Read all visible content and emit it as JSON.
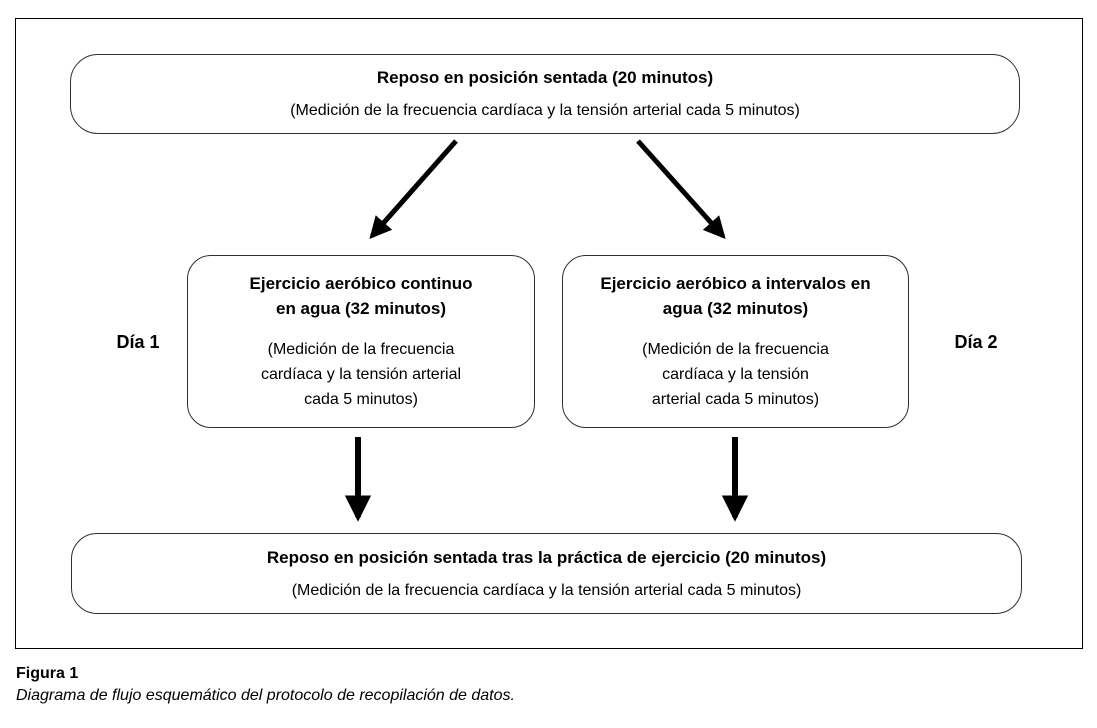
{
  "diagram": {
    "top_box": {
      "title": "Reposo en posición sentada (20 minutos)",
      "subtitle": "(Medición de la frecuencia cardíaca y la tensión arterial cada 5 minutos)"
    },
    "left_box": {
      "title": "Ejercicio aeróbico continuo\nen agua (32 minutos)",
      "subtitle": "(Medición de la frecuencia\ncardíaca y la tensión arterial\ncada 5 minutos)"
    },
    "right_box": {
      "title": "Ejercicio aeróbico a intervalos en\nagua (32 minutos)",
      "subtitle": "(Medición de la frecuencia\ncardíaca y la tensión\narterial cada 5 minutos)"
    },
    "bottom_box": {
      "title": "Reposo en posición sentada tras la práctica de ejercicio (20 minutos)",
      "subtitle": "(Medición de la frecuencia cardíaca y la tensión arterial cada 5 minutos)"
    },
    "day_left_label": "Día 1",
    "day_right_label": "Día 2"
  },
  "caption": {
    "label": "Figura 1",
    "text": "Diagrama de flujo esquemático del protocolo de recopilación de datos."
  },
  "colors": {
    "line": "#000000",
    "border": "#2f2f2f",
    "background": "#ffffff"
  }
}
